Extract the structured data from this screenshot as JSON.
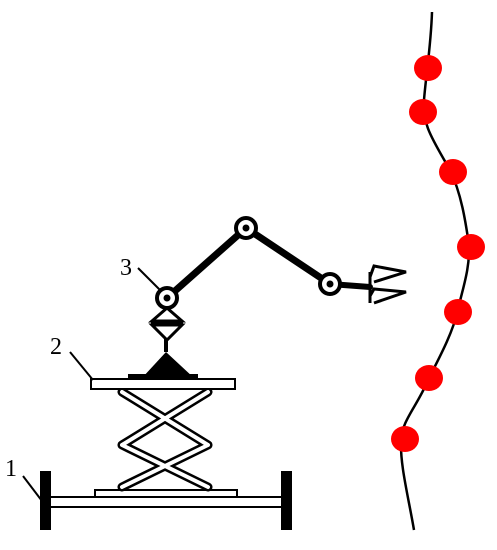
{
  "labels": {
    "wheel_cart": "1",
    "platform": "2",
    "robot_arm": "3"
  },
  "colors": {
    "stroke": "#000000",
    "fruit": "#ff0000",
    "background": "#ffffff"
  }
}
